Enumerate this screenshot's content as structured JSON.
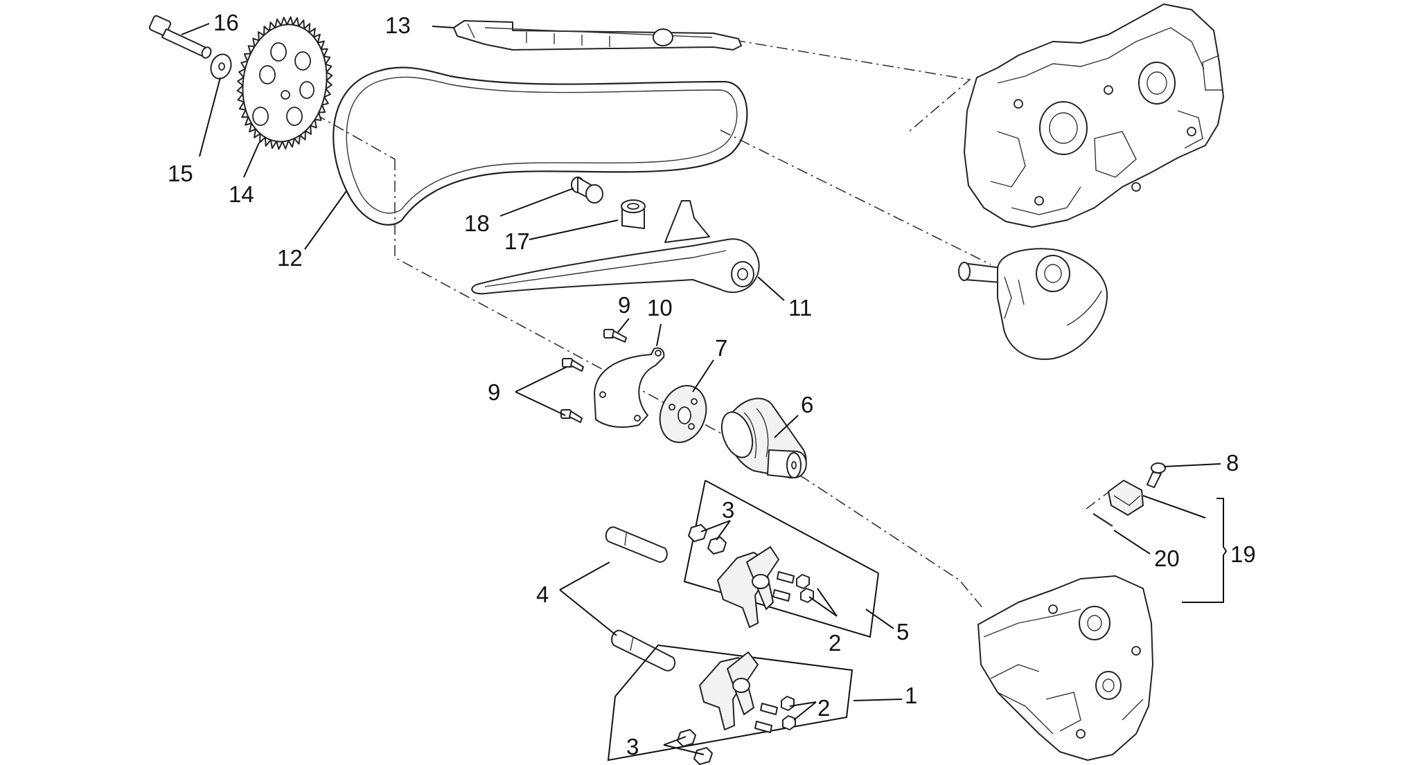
{
  "labels": {
    "l1": "1",
    "l2a": "2",
    "l2b": "2",
    "l3a": "3",
    "l3b": "3",
    "l4": "4",
    "l5": "5",
    "l6": "6",
    "l7": "7",
    "l8": "8",
    "l9a": "9",
    "l9b": "9",
    "l10": "10",
    "l11": "11",
    "l12": "12",
    "l13": "13",
    "l14": "14",
    "l15": "15",
    "l16": "16",
    "l17": "17",
    "l18": "18",
    "l19": "19",
    "l20": "20"
  }
}
